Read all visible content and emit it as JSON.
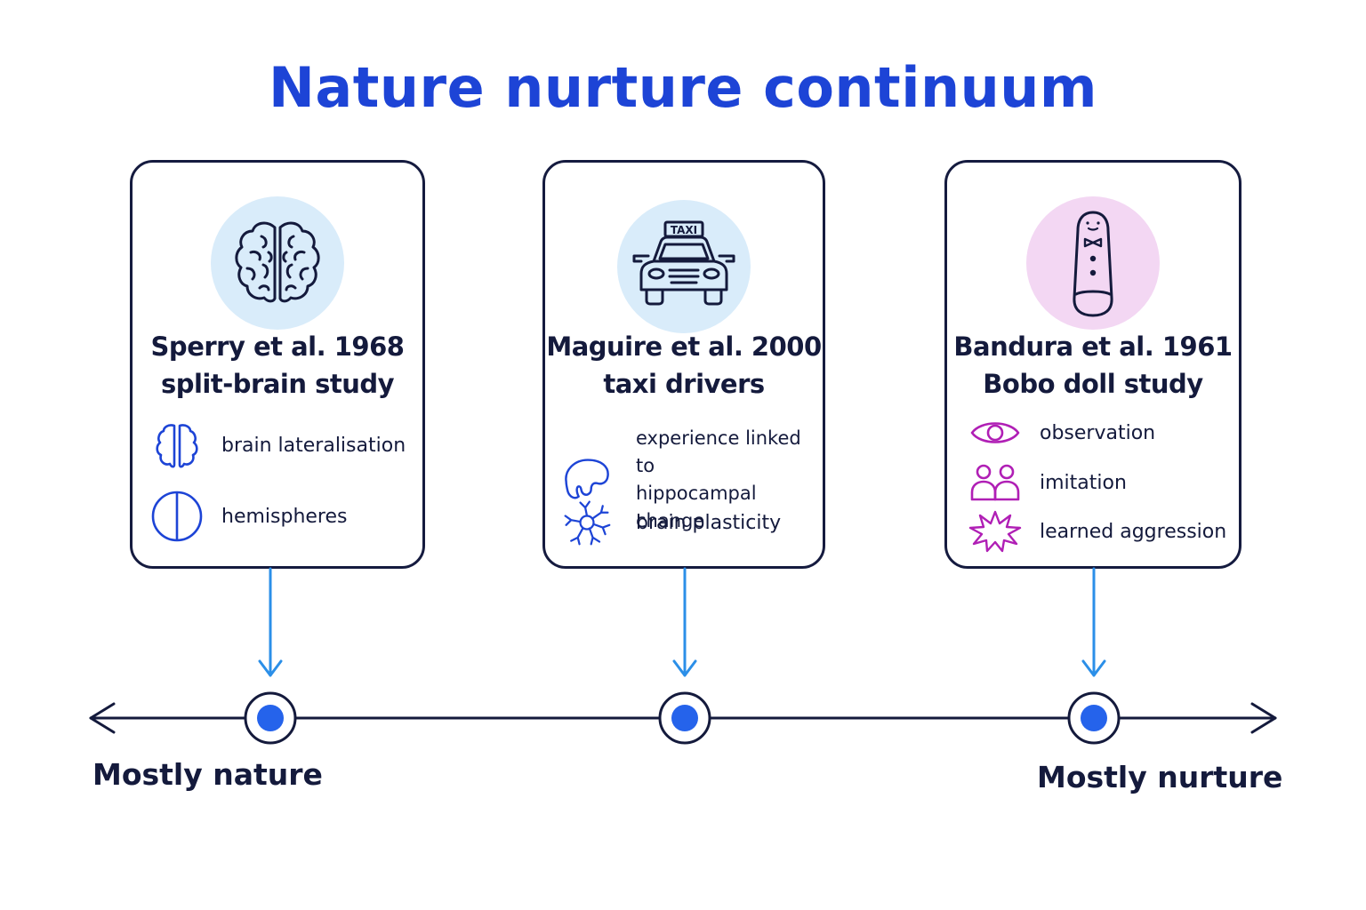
{
  "title": "Nature nurture continuum",
  "axis": {
    "left_label": "Mostly nature",
    "right_label": "Mostly nurture"
  },
  "studies": [
    {
      "title_line1": "Sperry et al. 1968",
      "title_line2": "split-brain study",
      "hero_icon": "brain-icon",
      "features": [
        {
          "icon": "brain-icon",
          "text": "brain lateralisation"
        },
        {
          "icon": "hemispheres-icon",
          "text": "hemispheres"
        }
      ]
    },
    {
      "title_line1": "Maguire et al. 2000",
      "title_line2": "taxi drivers",
      "hero_icon": "taxi-icon",
      "hero_sign": "TAXI",
      "features": [
        {
          "icon": "hippocampus-icon",
          "text_line1": "experience linked to",
          "text_line2": "hippocampal change"
        },
        {
          "icon": "neuron-icon",
          "text": "brain plasticity"
        }
      ]
    },
    {
      "title_line1": "Bandura et al. 1961",
      "title_line2": "Bobo doll study",
      "hero_icon": "bobo-doll-icon",
      "features": [
        {
          "icon": "eye-icon",
          "text": "observation"
        },
        {
          "icon": "people-icon",
          "text": "imitation"
        },
        {
          "icon": "burst-icon",
          "text": "learned aggression"
        }
      ]
    }
  ],
  "colors": {
    "title": "#1d44d6",
    "text": "#141a3c",
    "arrow": "#2b8fe8",
    "marker": "#2563eb",
    "accent_purple": "#b01fb5",
    "accent_blue": "#1d44d6"
  }
}
